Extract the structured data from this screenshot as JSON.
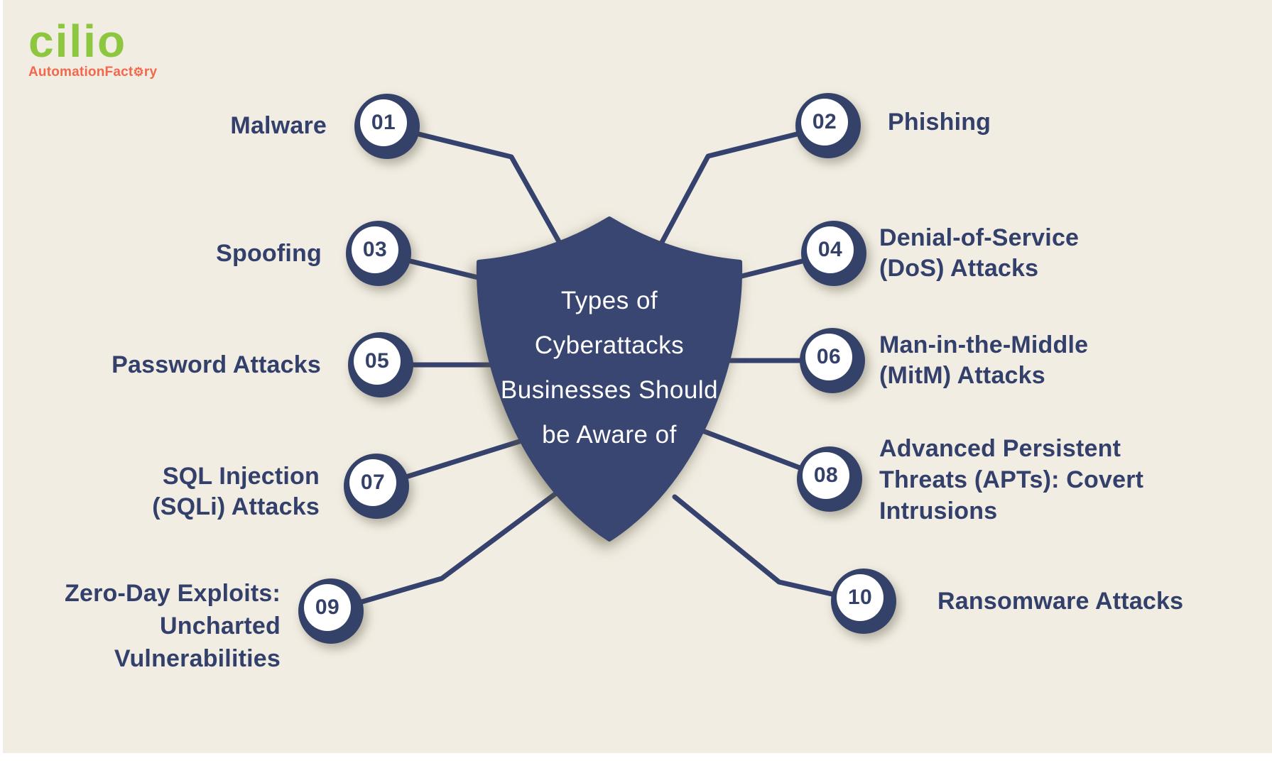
{
  "page": {
    "background_color": "#F1EDE2",
    "navy_color": "#344169",
    "shield_color": "#3A4672",
    "white_color": "#FFFFFF"
  },
  "logo": {
    "brand": "cilio",
    "brand_color": "#8DC63F",
    "tagline_prefix": "AutomationFact",
    "gear_icon": "⚙",
    "tagline_suffix": "ry",
    "tagline_color": "#F2684C"
  },
  "shield": {
    "title": "Types of\nCyberattacks\nBusinesses Should\nbe Aware of"
  },
  "items": [
    {
      "number": "01",
      "label": "Malware"
    },
    {
      "number": "02",
      "label": "Phishing"
    },
    {
      "number": "03",
      "label": "Spoofing"
    },
    {
      "number": "04",
      "label": "Denial-of-Service\n(DoS) Attacks"
    },
    {
      "number": "05",
      "label": "Password Attacks"
    },
    {
      "number": "06",
      "label": "Man-in-the-Middle\n(MitM) Attacks"
    },
    {
      "number": "07",
      "label": "SQL Injection\n(SQLi) Attacks"
    },
    {
      "number": "08",
      "label": "Advanced Persistent\nThreats (APTs): Covert\nIntrusions"
    },
    {
      "number": "09",
      "label": "Zero-Day Exploits:\nUncharted\nVulnerabilities"
    },
    {
      "number": "10",
      "label": "Ransomware Attacks"
    }
  ]
}
